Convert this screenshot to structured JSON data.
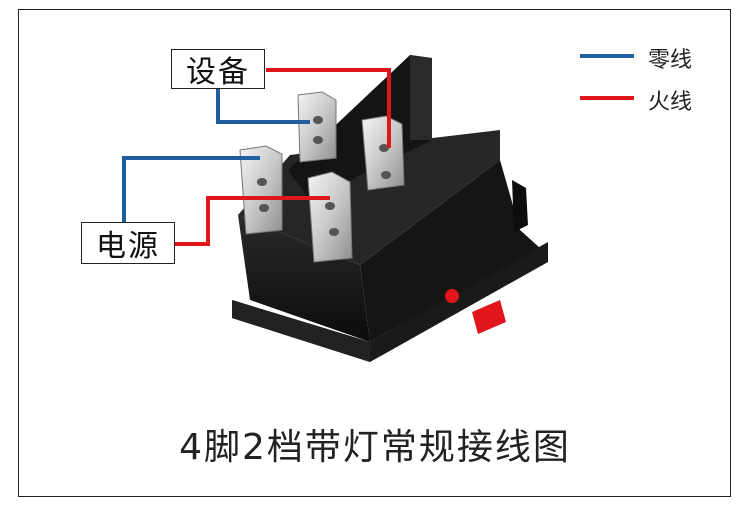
{
  "labels": {
    "device": "设备",
    "power": "电源"
  },
  "legend": [
    {
      "name": "零线",
      "color": "#1f5fa0"
    },
    {
      "name": "火线",
      "color": "#e0161b"
    }
  ],
  "caption": "4脚2档带灯常规接线图",
  "wire_colors": {
    "neutral": "#1f5fa0",
    "live": "#e0161b"
  }
}
